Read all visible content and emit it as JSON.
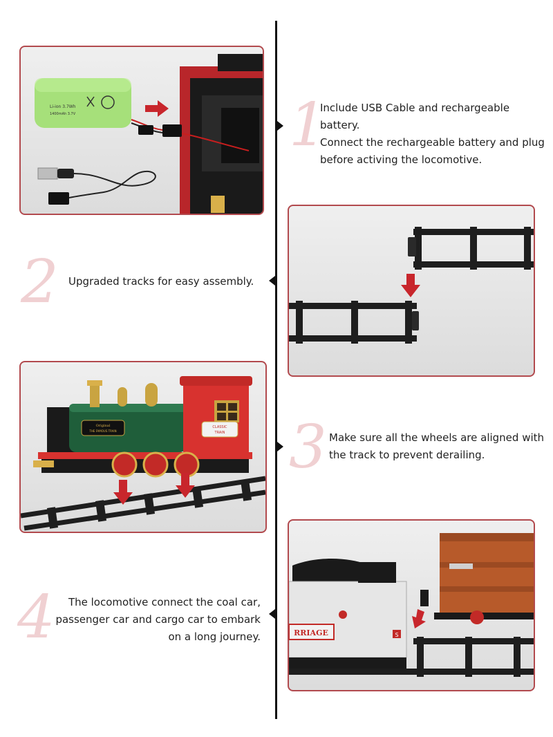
{
  "steps": [
    {
      "number": "1",
      "text_lines": [
        "Include USB Cable and rechargeable battery.",
        "Connect the rechargeable battery and plug",
        "before activing the locomotive."
      ]
    },
    {
      "number": "2",
      "text_lines": [
        "Upgraded tracks for easy assembly."
      ]
    },
    {
      "number": "3",
      "text_lines": [
        "Make sure all the wheels are aligned with",
        "the track to prevent derailing."
      ]
    },
    {
      "number": "4",
      "text_lines": [
        "The locomotive connect the coal car,",
        "passenger car and cargo car to embark",
        "on a long journey."
      ]
    }
  ],
  "battery_label": {
    "line1": "Li-ion 3.7Wh",
    "line2": "1400mAh 3.7V"
  },
  "loco_plate": {
    "line1": "Original",
    "line2": "THE FAMOUS TRAIN"
  },
  "cab_plate": {
    "line1": "CLASSIC",
    "line2": "TRAIN"
  },
  "carriage_text": "RRIAGE",
  "carriage_badge": "S",
  "colors": {
    "accent": "#b24a4e",
    "step_number": "#f0d0d2",
    "track": "#1e1e1e",
    "arrow": "#c8262c"
  }
}
